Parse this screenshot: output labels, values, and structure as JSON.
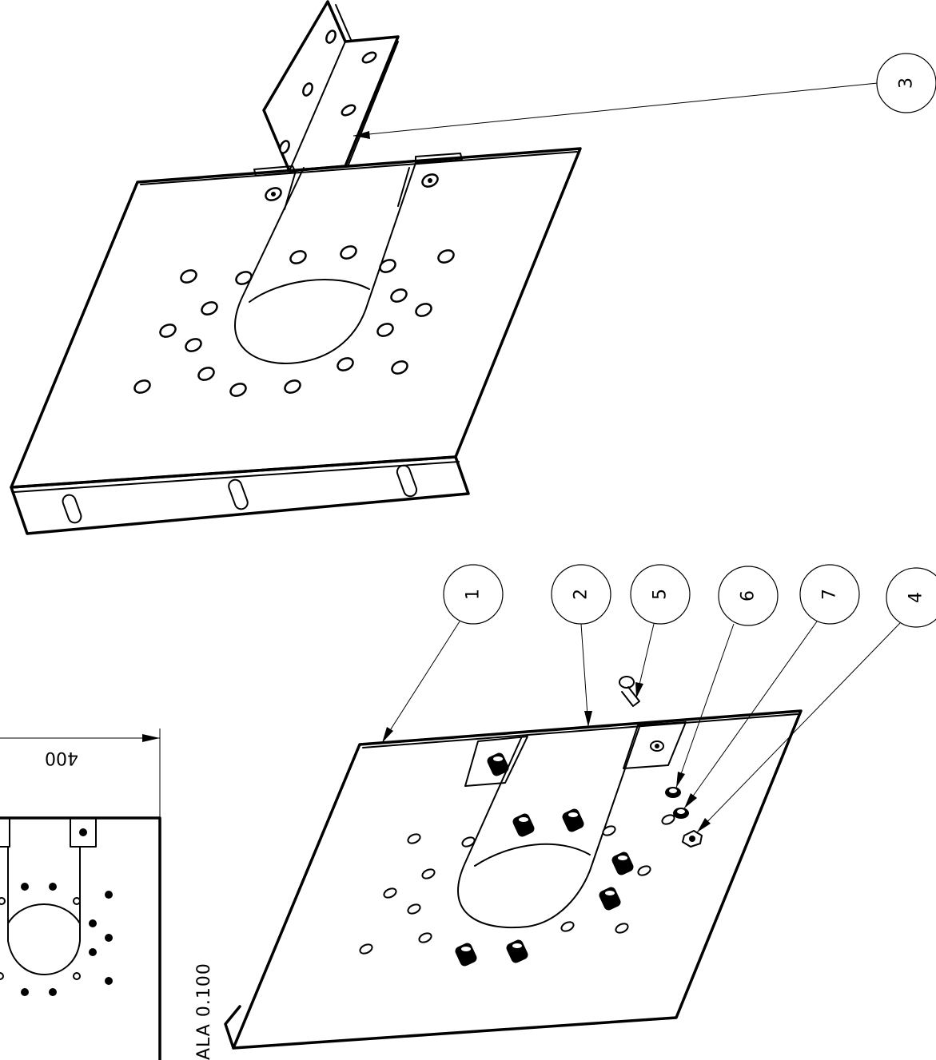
{
  "balloons": [
    {
      "id": "callout-3",
      "label": "3"
    },
    {
      "id": "callout-1",
      "label": "1"
    },
    {
      "id": "callout-2",
      "label": "2"
    },
    {
      "id": "callout-5",
      "label": "5"
    },
    {
      "id": "callout-6",
      "label": "6"
    },
    {
      "id": "callout-7",
      "label": "7"
    },
    {
      "id": "callout-4",
      "label": "4"
    }
  ],
  "dimension": {
    "value": "400"
  },
  "scale_note": {
    "text": "ALA 0.100"
  }
}
